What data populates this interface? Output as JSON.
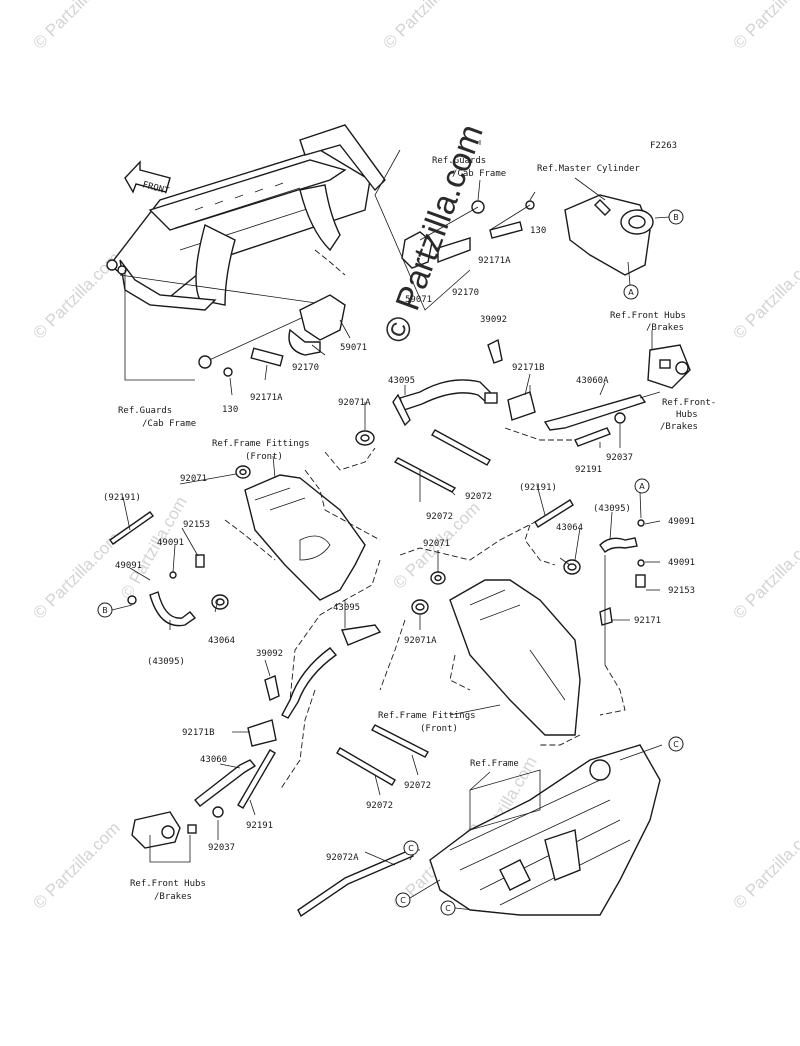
{
  "diagram": {
    "figure_id": "F2263",
    "front_arrow": "FRONT",
    "watermark": "© Partzilla.com",
    "center_watermark": "© Partzilla.com",
    "ref_labels": {
      "guards_top_1": "Ref.Guards",
      "guards_top_2": "/Cab Frame",
      "master_cyl": "Ref.Master Cylinder",
      "front_hubs_top_1": "Ref.Front Hubs",
      "front_hubs_top_2": "/Brakes",
      "front_hubs_right_1": "Ref.Front-",
      "front_hubs_right_2": "Hubs",
      "front_hubs_right_3": "/Brakes",
      "guards_left_1": "Ref.Guards",
      "guards_left_2": "/Cab Frame",
      "frame_fittings_1_1": "Ref.Frame Fittings",
      "frame_fittings_1_2": "(Front)",
      "frame_fittings_2_1": "Ref.Frame Fittings",
      "frame_fittings_2_2": "(Front)",
      "frame": "Ref.Frame",
      "front_hubs_bottom_1": "Ref.Front Hubs",
      "front_hubs_bottom_2": "/Brakes"
    },
    "circle_markers": {
      "a": "A",
      "b": "B",
      "c": "C"
    },
    "parts": {
      "p130_top": "130",
      "p171a_top": "92171A",
      "p59071_top": "59071",
      "p92170_top": "92170",
      "p59071": "59071",
      "p92170": "92170",
      "p92171a": "92171A",
      "p130": "130",
      "p39092_top": "39092",
      "p43095_top": "43095",
      "p92071a_top": "92071A",
      "p92171b_top": "92171B",
      "p43060a": "43060A",
      "p92191_r": "92191",
      "p92037_r": "92037",
      "p92071_l": "92071",
      "p92072_a": "92072",
      "p92072_b": "92072",
      "p92191_paren_l": "(92191)",
      "p92153_l": "92153",
      "p49091_l1": "49091",
      "p49091_l2": "49091",
      "p43064_l": "43064",
      "p43095_paren_l": "(43095)",
      "p92191_paren_m": "(92191)",
      "p43095_paren_r": "(43095)",
      "p43064_r": "43064",
      "p49091_r1": "49091",
      "p49091_r2": "49091",
      "p92153_r": "92153",
      "p92171_r": "92171",
      "p92071_m": "92071",
      "p43095_m": "43095",
      "p92071a_m": "92071A",
      "p39092_m": "39092",
      "p92171b_m": "92171B",
      "p43060": "43060",
      "p92191_b": "92191",
      "p92037_b": "92037",
      "p92072_c": "92072",
      "p92072_d": "92072",
      "p92072a": "92072A"
    }
  }
}
